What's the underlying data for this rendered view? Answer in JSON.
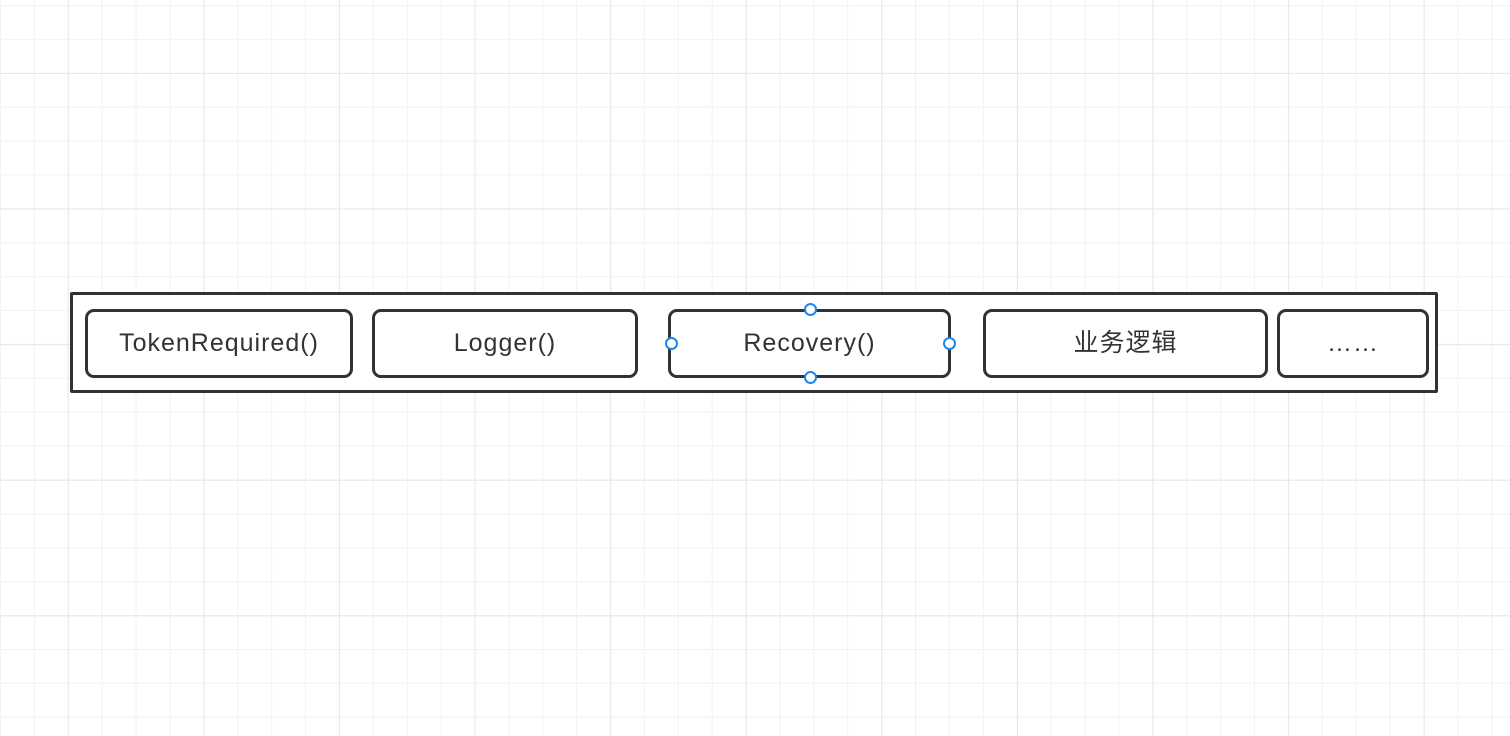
{
  "app": {
    "kind": "diagram-editor-canvas"
  },
  "colors": {
    "canvas_bg": "#ffffff",
    "grid_minor": "#f2f2f5",
    "grid_major": "#e8e8eb",
    "shape_border": "#323232",
    "shape_fill": "#ffffff",
    "text": "#333333",
    "selection_handle": "#1e86e8"
  },
  "diagram": {
    "description": "middleware pipeline container with chained handler boxes",
    "boxes": [
      {
        "id": "token-required",
        "label": "TokenRequired()",
        "selected": false
      },
      {
        "id": "logger",
        "label": "Logger()",
        "selected": false
      },
      {
        "id": "recovery",
        "label": "Recovery()",
        "selected": true
      },
      {
        "id": "business-logic",
        "label": "业务逻辑",
        "selected": false
      },
      {
        "id": "ellipsis",
        "label": "……",
        "selected": false
      }
    ],
    "selection": {
      "target": "recovery",
      "handles": [
        "top",
        "bottom",
        "left",
        "right"
      ]
    }
  }
}
